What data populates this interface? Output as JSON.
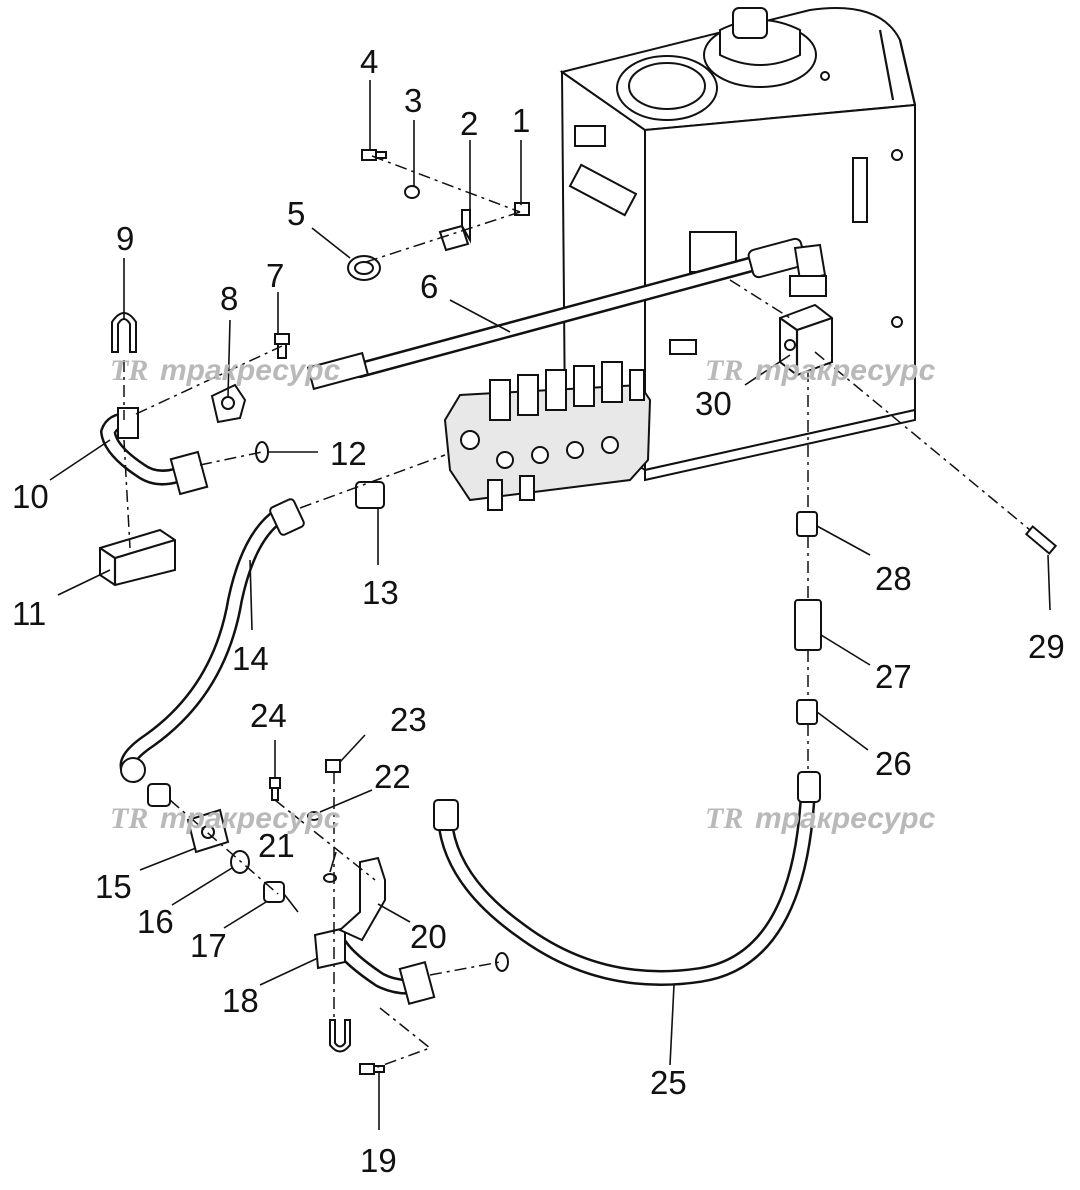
{
  "labels": [
    "1",
    "2",
    "3",
    "4",
    "5",
    "6",
    "7",
    "8",
    "9",
    "10",
    "11",
    "12",
    "13",
    "14",
    "15",
    "16",
    "17",
    "18",
    "19",
    "20",
    "21",
    "22",
    "23",
    "24",
    "25",
    "26",
    "27",
    "28",
    "29",
    "30"
  ],
  "watermark": {
    "logo": "TR",
    "text": "тракресурс"
  },
  "colors": {
    "line": "#111111",
    "watermark": "#b9b9b9",
    "background": "#ffffff"
  }
}
